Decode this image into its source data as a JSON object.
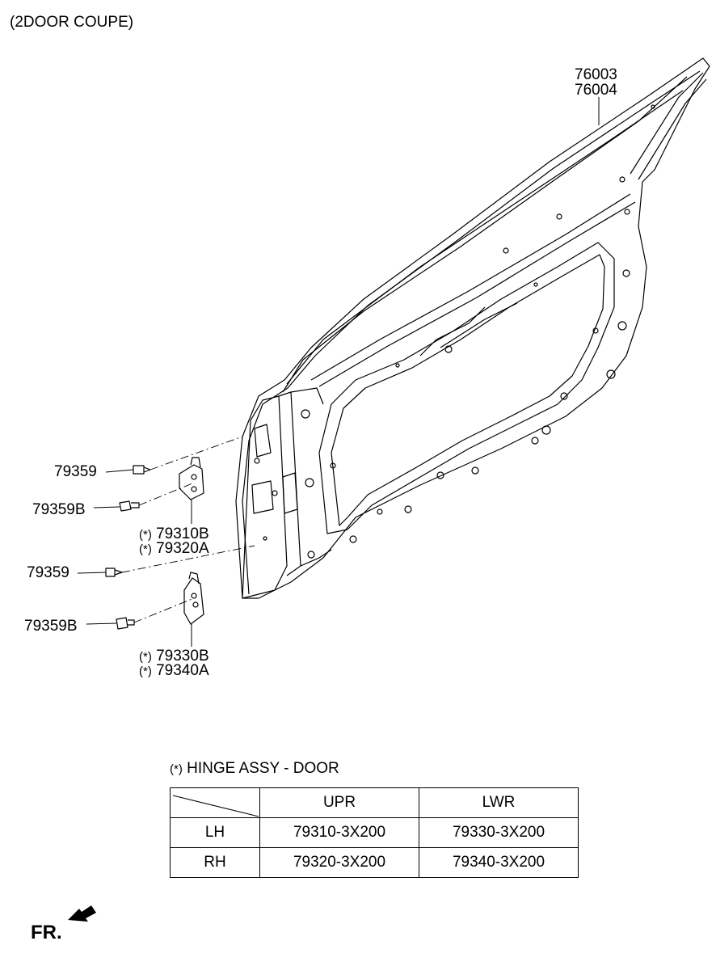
{
  "header": {
    "variant": "(2DOOR COUPE)"
  },
  "parts": {
    "door_panel": [
      "76003",
      "76004"
    ],
    "upper_bolt": "79359",
    "upper_bolt_b": "79359B",
    "upper_hinge": [
      "79310B",
      "79320A"
    ],
    "lower_bolt": "79359",
    "lower_bolt_b": "79359B",
    "lower_hinge": [
      "79330B",
      "79340A"
    ]
  },
  "note_mark": "(*)",
  "table": {
    "title": "HINGE ASSY - DOOR",
    "columns": [
      "UPR",
      "LWR"
    ],
    "rows": [
      {
        "side": "LH",
        "upr": "79310-3X200",
        "lwr": "79330-3X200"
      },
      {
        "side": "RH",
        "upr": "79320-3X200",
        "lwr": "79340-3X200"
      }
    ]
  },
  "front_indicator": "FR."
}
